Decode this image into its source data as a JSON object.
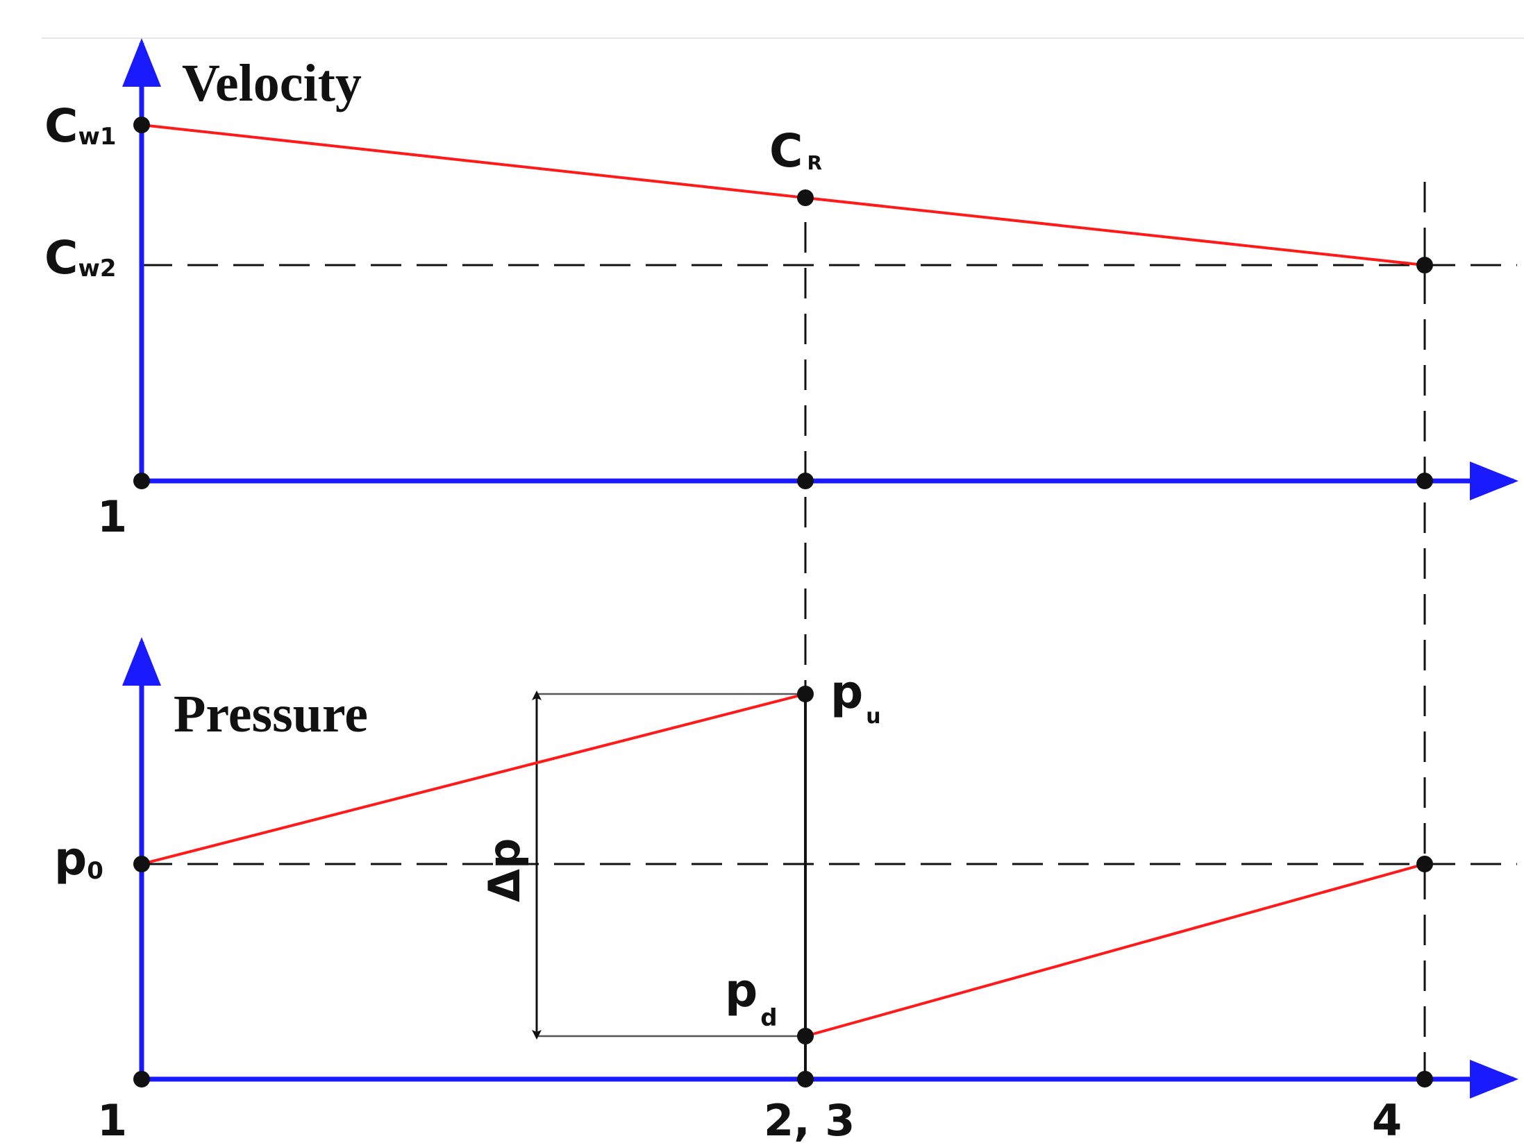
{
  "titles": {
    "velocity": "Velocity",
    "pressure": "Pressure"
  },
  "velocity_labels": {
    "cw1_main": "C",
    "cw1_sub": "w1",
    "cw2_main": "C",
    "cw2_sub": "w2",
    "cr_main": "C",
    "cr_sub": "R"
  },
  "pressure_labels": {
    "p0_main": "p",
    "p0_sub": "0",
    "pu_main": "p",
    "pu_sub": "u",
    "pd_main": "p",
    "pd_sub": "d",
    "delta_p": "Δp"
  },
  "stations": {
    "top_1": "1",
    "bottom_1": "1",
    "bottom_23": "2, 3",
    "bottom_4": "4"
  },
  "colors": {
    "axis": "#1a1aff",
    "curve": "#ff1a1a",
    "guide": "#111111",
    "dimension": "#555555"
  }
}
